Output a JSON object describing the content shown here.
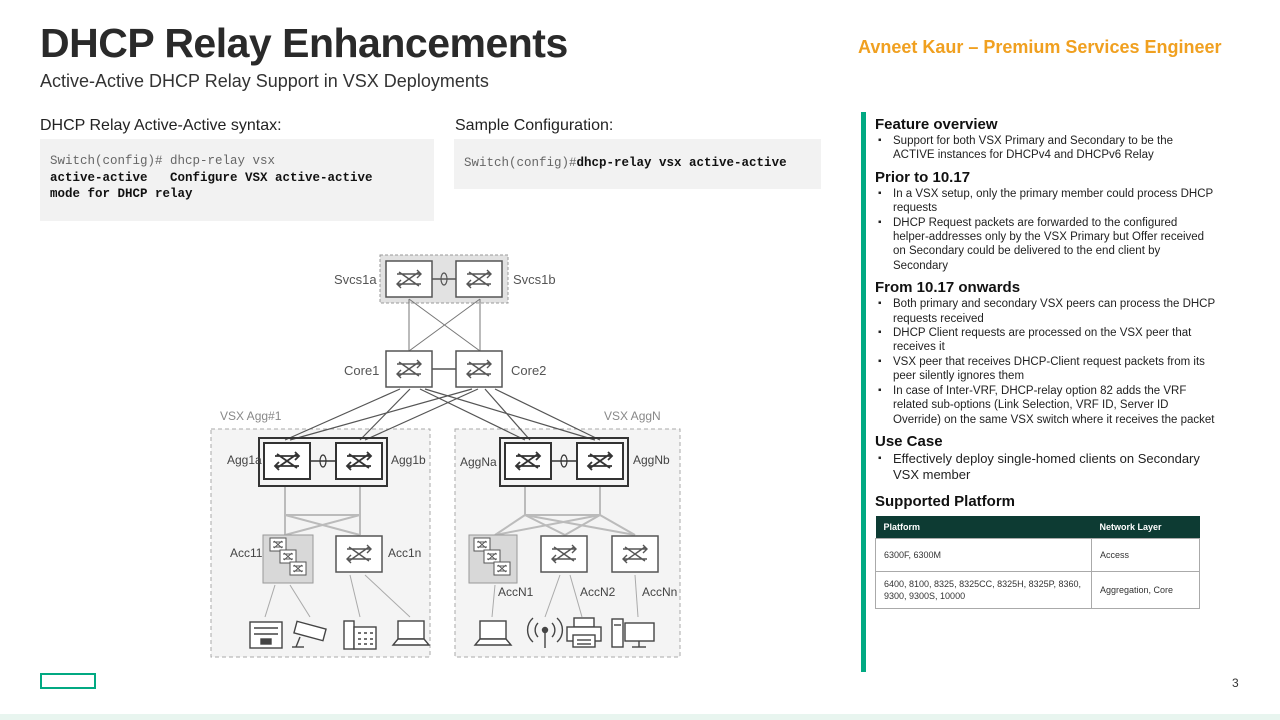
{
  "header": {
    "title": "DHCP Relay Enhancements",
    "subtitle": "Active-Active DHCP Relay Support in VSX Deployments",
    "author": "Avneet Kaur  – Premium Services Engineer"
  },
  "syntax": {
    "label": "DHCP Relay Active-Active syntax:",
    "line1": "Switch(config)# dhcp-relay vsx",
    "line2": "active-active   Configure VSX active-active",
    "line3": "mode for DHCP relay"
  },
  "sample": {
    "label": "Sample Configuration:",
    "prompt": "Switch(config)#",
    "command": "dhcp-relay vsx active-active"
  },
  "diagram": {
    "svcs1a": "Svcs1a",
    "svcs1b": "Svcs1b",
    "core1": "Core1",
    "core2": "Core2",
    "vsx_agg1": "VSX Agg#1",
    "vsx_aggn": "VSX AggN",
    "agg1a": "Agg1a",
    "agg1b": "Agg1b",
    "aggna": "AggNa",
    "aggnb": "AggNb",
    "acc11": "Acc11",
    "acc1n": "Acc1n",
    "accn1": "AccN1",
    "accn2": "AccN2",
    "accnn": "AccNn",
    "icons": [
      "atm-icon",
      "camera-icon",
      "phone-icon",
      "laptop-icon",
      "laptop-icon",
      "wireless-ap-icon",
      "printer-icon",
      "desktop-icon"
    ]
  },
  "panel": {
    "feature_overview": {
      "heading": "Feature overview",
      "bullets": [
        "Support for both VSX Primary and Secondary to be the ACTIVE instances for DHCPv4 and DHCPv6 Relay"
      ]
    },
    "prior": {
      "heading": "Prior to 10.17",
      "bullets": [
        "In a VSX setup, only the primary member could process DHCP requests",
        "DHCP Request packets are forwarded to the configured helper-addresses only by the VSX Primary but Offer received on Secondary could be delivered to the end client by Secondary"
      ]
    },
    "from": {
      "heading": "From 10.17 onwards",
      "bullets": [
        "Both primary and secondary VSX peers can process the DHCP requests received",
        "DHCP Client requests are processed on the VSX peer that receives it",
        "VSX peer that receives DHCP-Client request packets from its peer silently ignores them",
        "In case of Inter-VRF, DHCP-relay option 82 adds the VRF related sub-options (Link Selection, VRF ID, Server ID Override) on the same VSX switch where it receives the packet"
      ]
    },
    "use_case": {
      "heading": "Use Case",
      "bullets": [
        "Effectively deploy single-homed clients on Secondary VSX member"
      ]
    },
    "platform": {
      "heading": "Supported Platform",
      "col1": "Platform",
      "col2": "Network Layer",
      "rows": [
        {
          "platform": "6300F, 6300M",
          "layer": "Access"
        },
        {
          "platform": "6400, 8100, 8325, 8325CC, 8325H, 8325P, 8360, 9300, 9300S, 10000",
          "layer": "Aggregation, Core"
        }
      ]
    }
  },
  "footer": {
    "page_number": "3"
  },
  "colors": {
    "accent": "#01a982",
    "author": "#f0a020",
    "table_header": "#0d3b33"
  }
}
